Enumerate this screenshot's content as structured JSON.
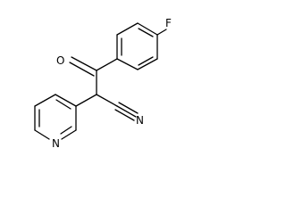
{
  "atoms": {
    "fluorine": "F",
    "carbonyl_oxygen": "O",
    "nitrile_nitrogen": "N",
    "pyridine_nitrogen": "N"
  }
}
